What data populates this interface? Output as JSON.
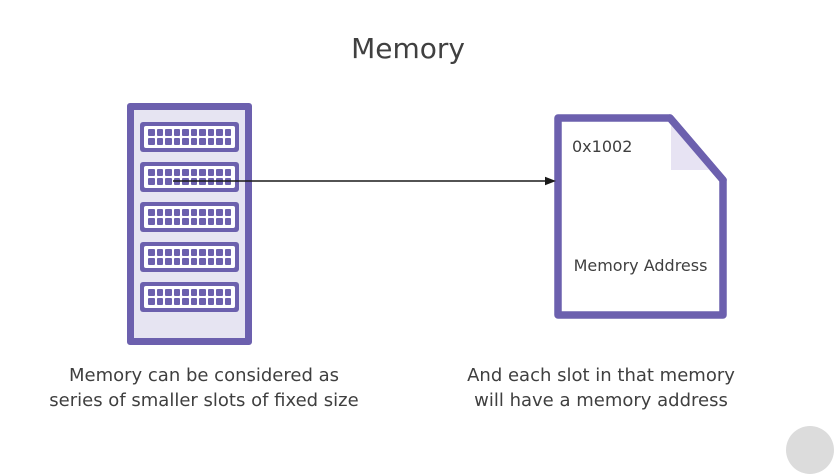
{
  "title": "Memory",
  "memory_unit": {
    "slot_rows": 5,
    "chip_columns": 10,
    "chip_rows": 2,
    "caption_line1": "Memory can be considered as",
    "caption_line2": "series of smaller slots of fixed size"
  },
  "address_card": {
    "address_value": "0x1002",
    "label": "Memory Address",
    "caption_line1": "And each slot in that memory",
    "caption_line2": "will have a memory address"
  },
  "colors": {
    "accent_purple": "#6C60AE",
    "panel_lavender": "#E6E4F2",
    "fold_lavender": "#E7E3F3",
    "text_dark": "#3F3F3F",
    "arrow_black": "#1A1A1A",
    "watermark_gray": "#DCDCDC"
  }
}
